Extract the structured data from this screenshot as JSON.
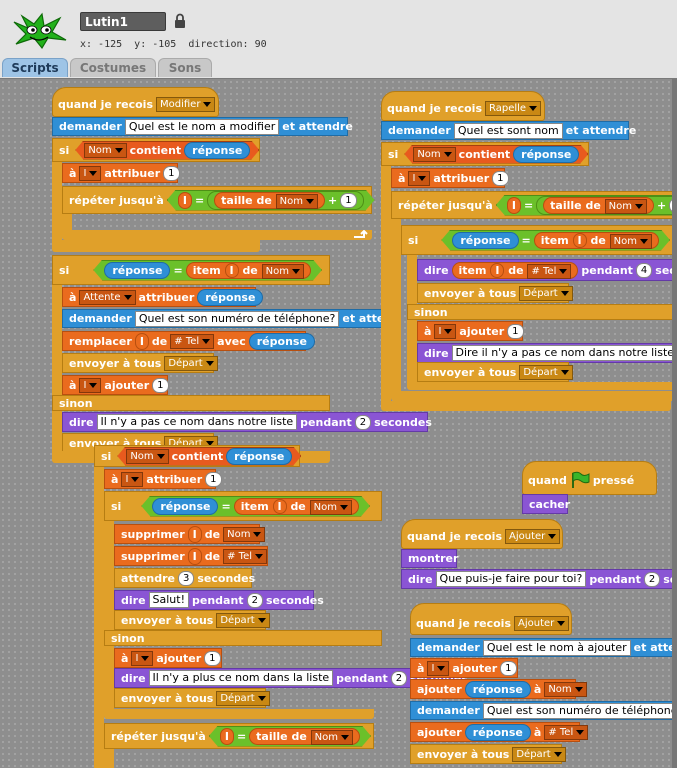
{
  "sprite": {
    "name": "Lutin1",
    "coords": "x: -125  y: -105  direction: 90"
  },
  "tabs": [
    "Scripts",
    "Costumes",
    "Sons"
  ],
  "colors": {
    "events": "#e0a02a",
    "sensing": "#2f8fd6",
    "variables": "#ea6b1e",
    "looks": "#8a55d4",
    "operators": "#6bc02a",
    "tab_active": "#9ec4e6"
  },
  "icons": [
    "sprite-thumbnail",
    "lock-icon",
    "green-flag-icon",
    "loop-arrow-icon",
    "dropdown-arrow-icon"
  ],
  "words": {
    "quand_je_recois": "quand je recois",
    "demander": "demander",
    "et_attendre": "et attendre",
    "et_atte": "et atte",
    "et_atter": "et atter",
    "si": "si",
    "sinon": "sinon",
    "contient": "contient",
    "reponse": "réponse",
    "attribuer": "attribuer",
    "repeter_jusqua": "répéter jusqu'à",
    "eq": "=",
    "plus": "+",
    "taille_de": "taille de",
    "item": "item",
    "de": "de",
    "remplacer": "remplacer",
    "avec": "avec",
    "envoyer_a_tous": "envoyer à tous",
    "a_prep": "à",
    "ajouter": "ajouter",
    "dire": "dire",
    "pendant": "pendant",
    "secondes": "secondes",
    "seco": "seco",
    "seconde": "seconde",
    "supprimer": "supprimer",
    "attendre": "attendre",
    "quand": "quand",
    "presse": "pressé",
    "cacher": "cacher",
    "montrer": "montrer"
  },
  "values": {
    "Modifier": "Modifier",
    "Rapelle": "Rapelle",
    "Ajouter": "Ajouter",
    "Nom": "Nom",
    "I": "I",
    "Tel": "# Tel",
    "Attente": "Attente",
    "Depart": "Départ",
    "one": "1",
    "two": "2",
    "three": "3",
    "four": "4"
  },
  "texts": {
    "q_modifier": "Quel est le nom a modifier",
    "q_rapelle": "Quel est sont nom",
    "q_tel": "Quel est son numéro de téléphone?",
    "q_tel2": "Quel est son numéro de téléphone",
    "q_ajouter": "Quel est le nom à ajouter",
    "msg_absent": "Il n'y a pas ce nom dans notre liste",
    "msg_absent_cut": "Dire il n'y a pas ce nom dans notre liste",
    "msg_plus": "Il n'y a plus ce nom dans la liste",
    "salut": "Salut!",
    "puis_je": "Que puis-je faire pour toi?"
  }
}
